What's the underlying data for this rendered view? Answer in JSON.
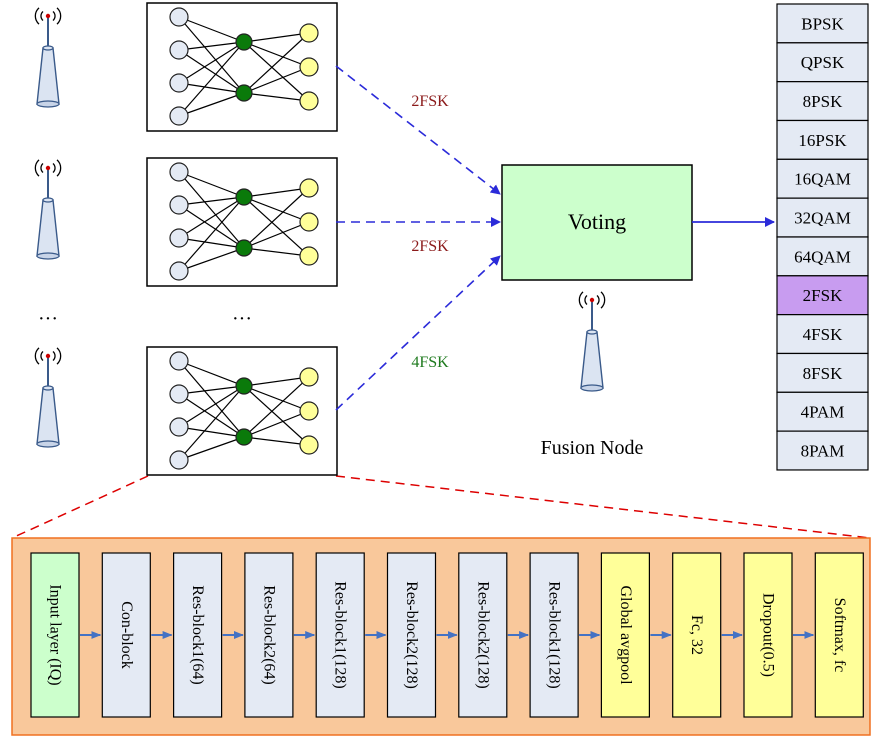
{
  "colors": {
    "link_arrow": "#2b2bd9",
    "label_red": "#8b1a1a",
    "label_green": "#1e7a1e",
    "voting_fill": "#ccffcc",
    "class_fill": "#e4eaf4",
    "class_highlight": "#c89cf0",
    "pipeline_bg": "#f9c89b",
    "pipeline_border": "#f07020",
    "input_fill": "#ccffcc",
    "block_fill": "#e4eaf4",
    "head_fill": "#ffff99",
    "neuron_input": "#e4eaf4",
    "neuron_hidden": "#0a7a0a",
    "neuron_output": "#ffff99",
    "zoom_lines": "#dd0000"
  },
  "icons": [
    "antenna-icon",
    "neural-network-icon",
    "arrow-icon"
  ],
  "nodes": {
    "ellipsis_left": "···",
    "ellipsis_nets": "···"
  },
  "links": [
    {
      "label": "2FSK",
      "color": "label_red"
    },
    {
      "label": "2FSK",
      "color": "label_red"
    },
    {
      "label": "4FSK",
      "color": "label_green"
    }
  ],
  "fusion": {
    "voting_label": "Voting",
    "node_label": "Fusion Node"
  },
  "classes": {
    "items": [
      "BPSK",
      "QPSK",
      "8PSK",
      "16PSK",
      "16QAM",
      "32QAM",
      "64QAM",
      "2FSK",
      "4FSK",
      "8FSK",
      "4PAM",
      "8PAM"
    ],
    "highlighted": "2FSK"
  },
  "pipeline": [
    {
      "label": "Input layer (IQ)",
      "kind": "input"
    },
    {
      "label": "Con-block",
      "kind": "block"
    },
    {
      "label": "Res-block1(64)",
      "kind": "block"
    },
    {
      "label": "Res-block2(64)",
      "kind": "block"
    },
    {
      "label": "Res-block1(128)",
      "kind": "block"
    },
    {
      "label": "Res-block2(128)",
      "kind": "block"
    },
    {
      "label": "Res-block2(128)",
      "kind": "block"
    },
    {
      "label": "Res-block1(128)",
      "kind": "block"
    },
    {
      "label": "Global avgpool",
      "kind": "head"
    },
    {
      "label": "Fc, 32",
      "kind": "head"
    },
    {
      "label": "Dropout(0.5)",
      "kind": "head"
    },
    {
      "label": "Softmax, fc",
      "kind": "head"
    }
  ]
}
